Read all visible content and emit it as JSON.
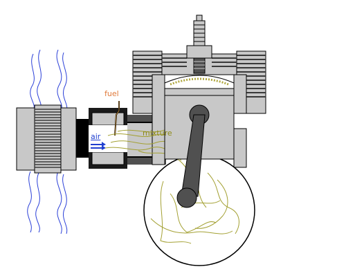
{
  "labels": {
    "fuel": "fuel",
    "air": "air",
    "mixture": "mixture"
  },
  "colors": {
    "metal_gray": "#c8c8c8",
    "dark_metal": "#505050",
    "fin_lines": "#3a3a3a",
    "outline": "#000000",
    "heat_waves": "#2a3fd8",
    "mixture_flow": "#a3a032",
    "fuel_text": "#e07a3a",
    "air_text": "#1f3fd0",
    "mixture_text": "#8e8a14"
  },
  "icons": [
    "spark-plug-icon",
    "cooling-fins-icon",
    "piston-icon",
    "crankshaft-icon",
    "carburetor-icon",
    "air-filter-icon"
  ]
}
